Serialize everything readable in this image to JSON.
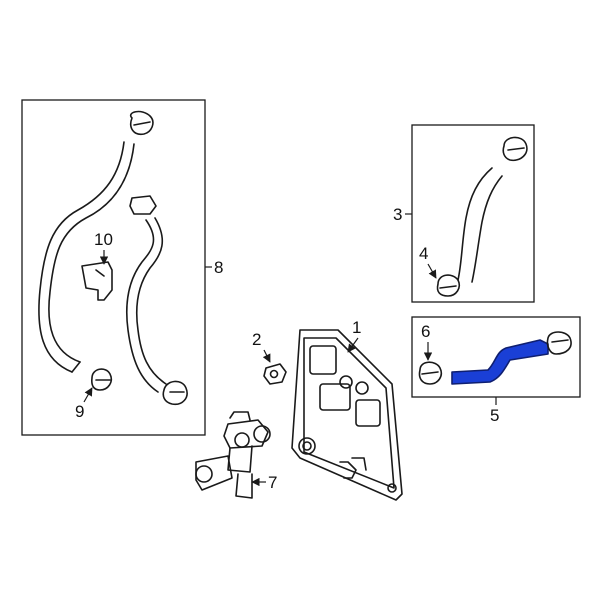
{
  "callouts": {
    "c1": "1",
    "c2": "2",
    "c3": "3",
    "c4": "4",
    "c5": "5",
    "c6": "6",
    "c7": "7",
    "c8": "8",
    "c9": "9",
    "c10": "10"
  },
  "colors": {
    "line": "#1a1a1a",
    "highlight_fill": "#1a3fd6",
    "highlight_stroke": "#0f1f70",
    "background": "#ffffff"
  }
}
